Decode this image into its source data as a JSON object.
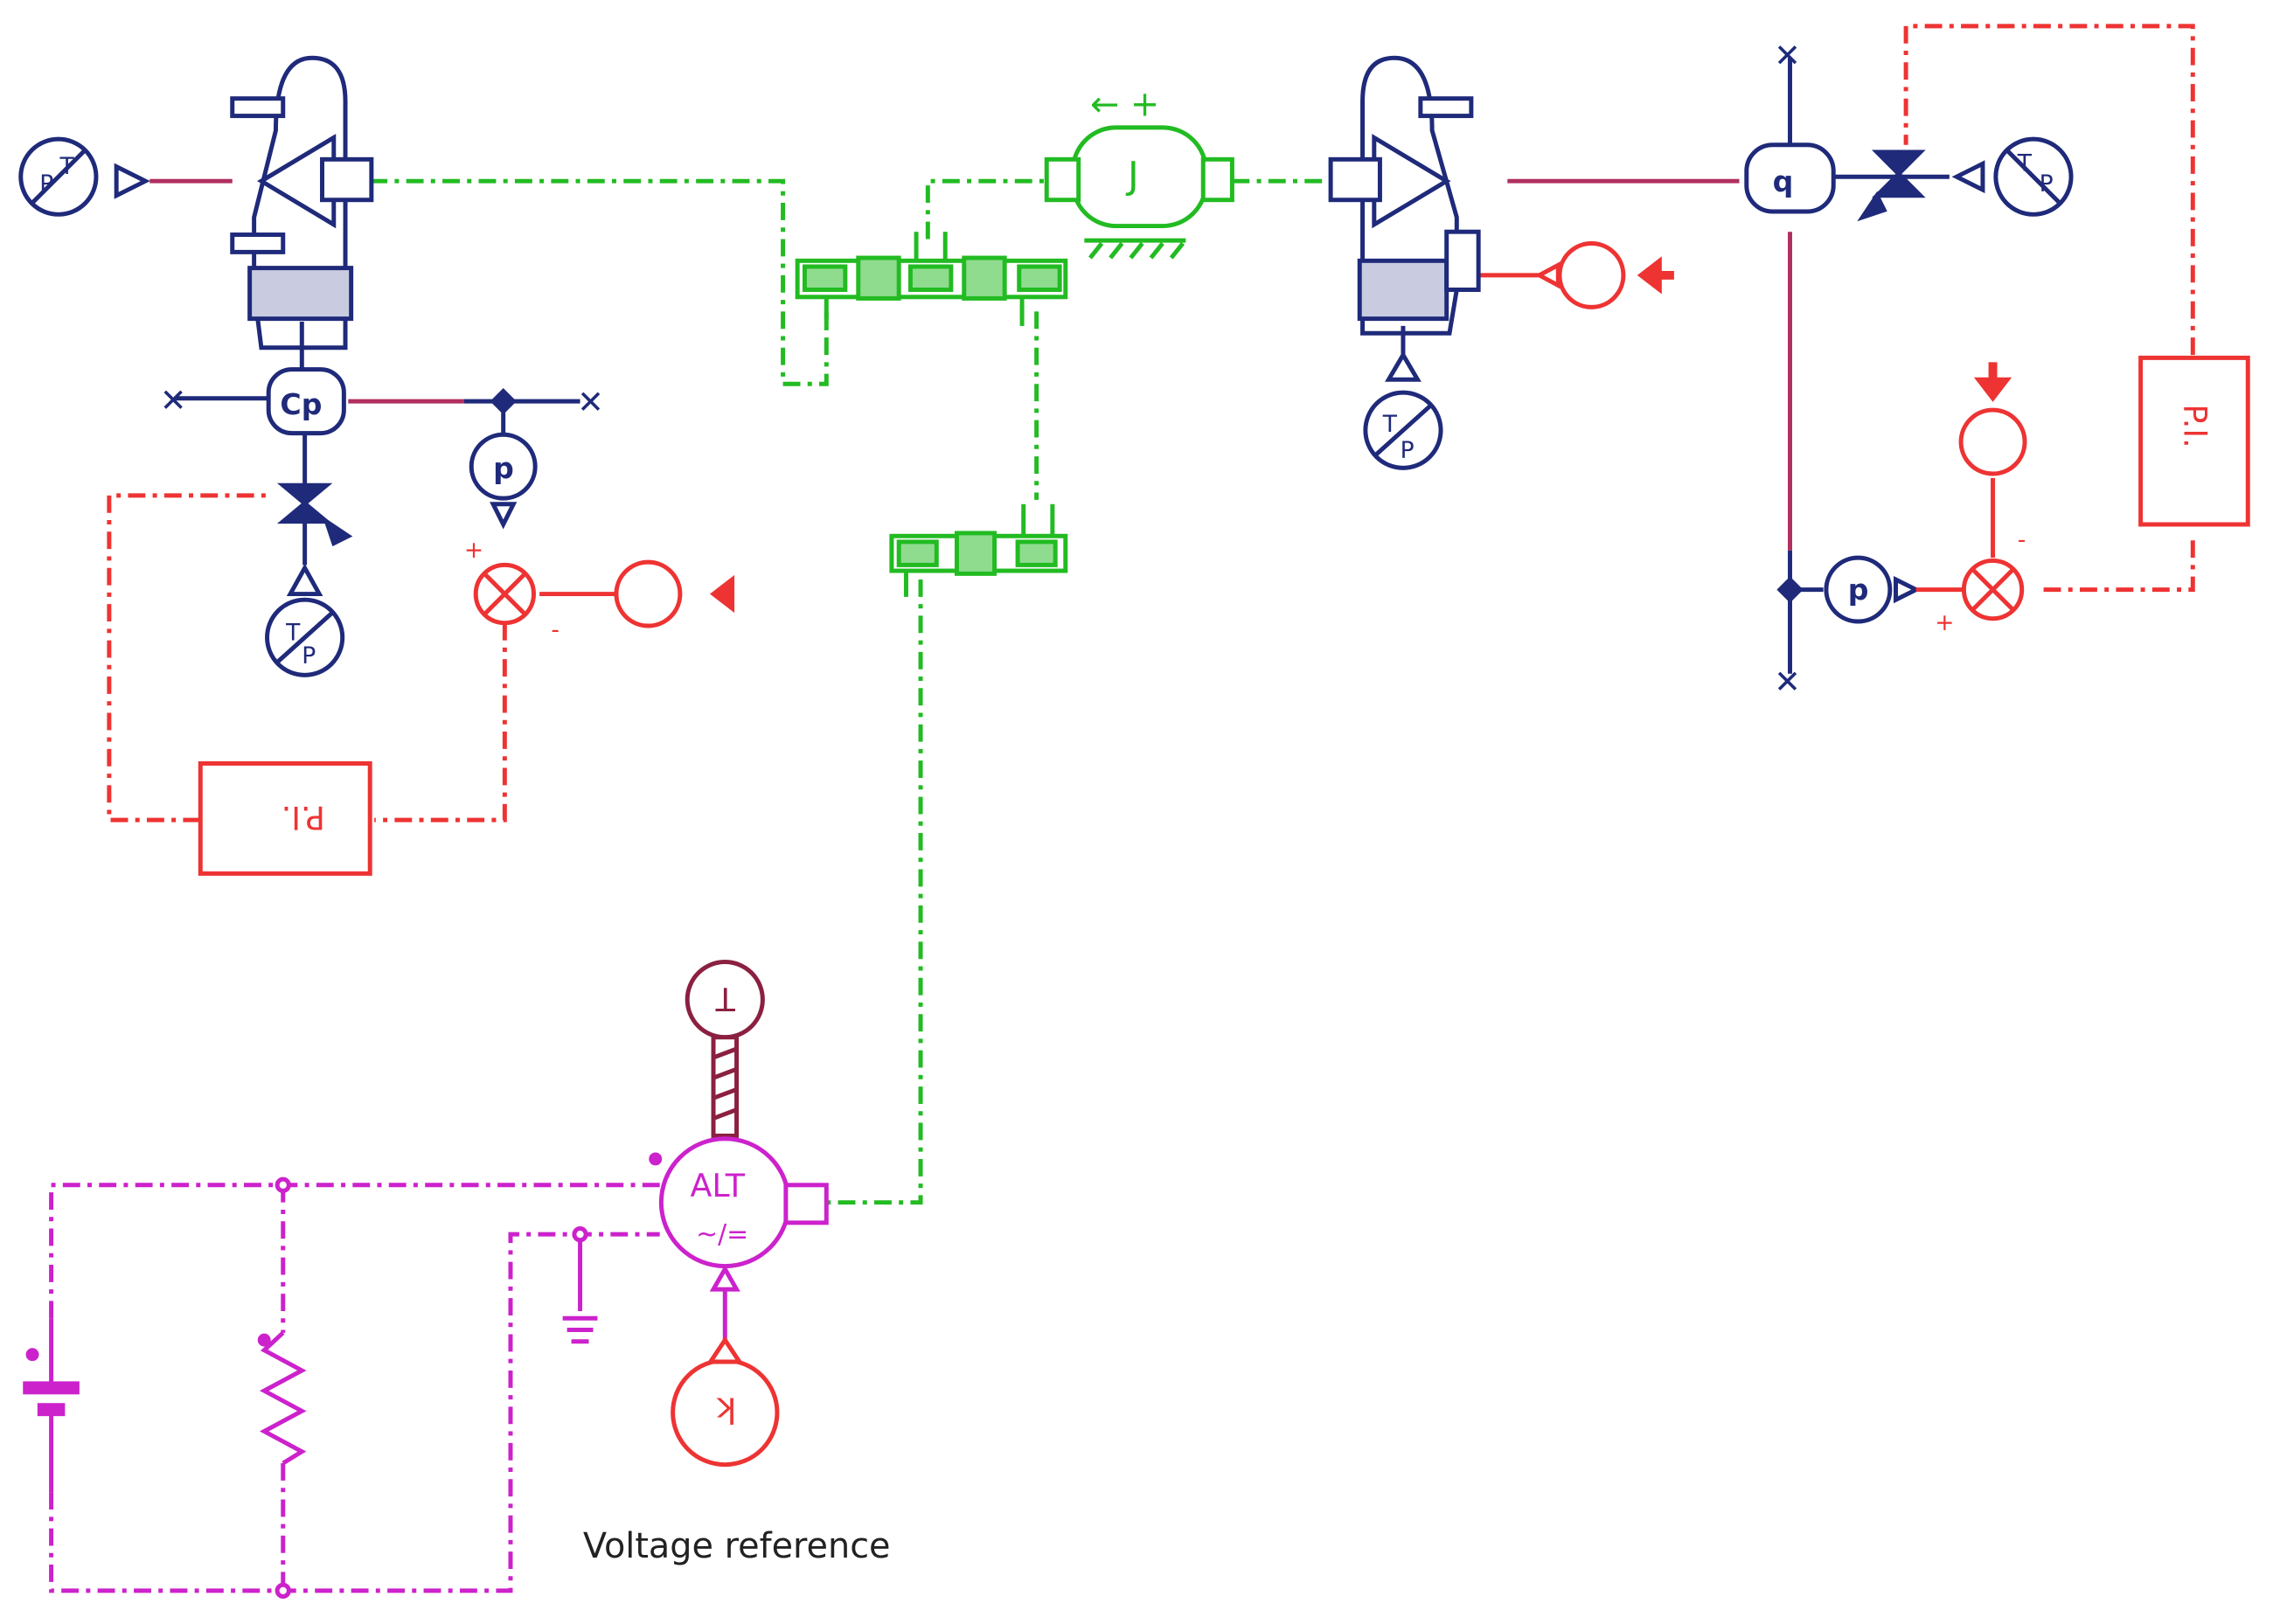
{
  "colors": {
    "hydraulic": "#1f2a7a",
    "hydraulic_line": "#b03060",
    "signal": "#ee3333",
    "mechanical": "#22bb22",
    "electrical": "#cc22cc",
    "thermal": "#8b2040",
    "text": "#222222"
  },
  "labels": {
    "inertia": "J",
    "compressor_left": "Cp",
    "pressure_sensor": "p",
    "pi_controller_left": "P.I.",
    "pi_controller_right": "P.I.",
    "alternator": "ALT",
    "alternator_symbol": "~/=",
    "thermal_port": "T",
    "constant_source": "k",
    "voltage_reference": "Voltage reference",
    "plus": "+",
    "minus": "-"
  }
}
